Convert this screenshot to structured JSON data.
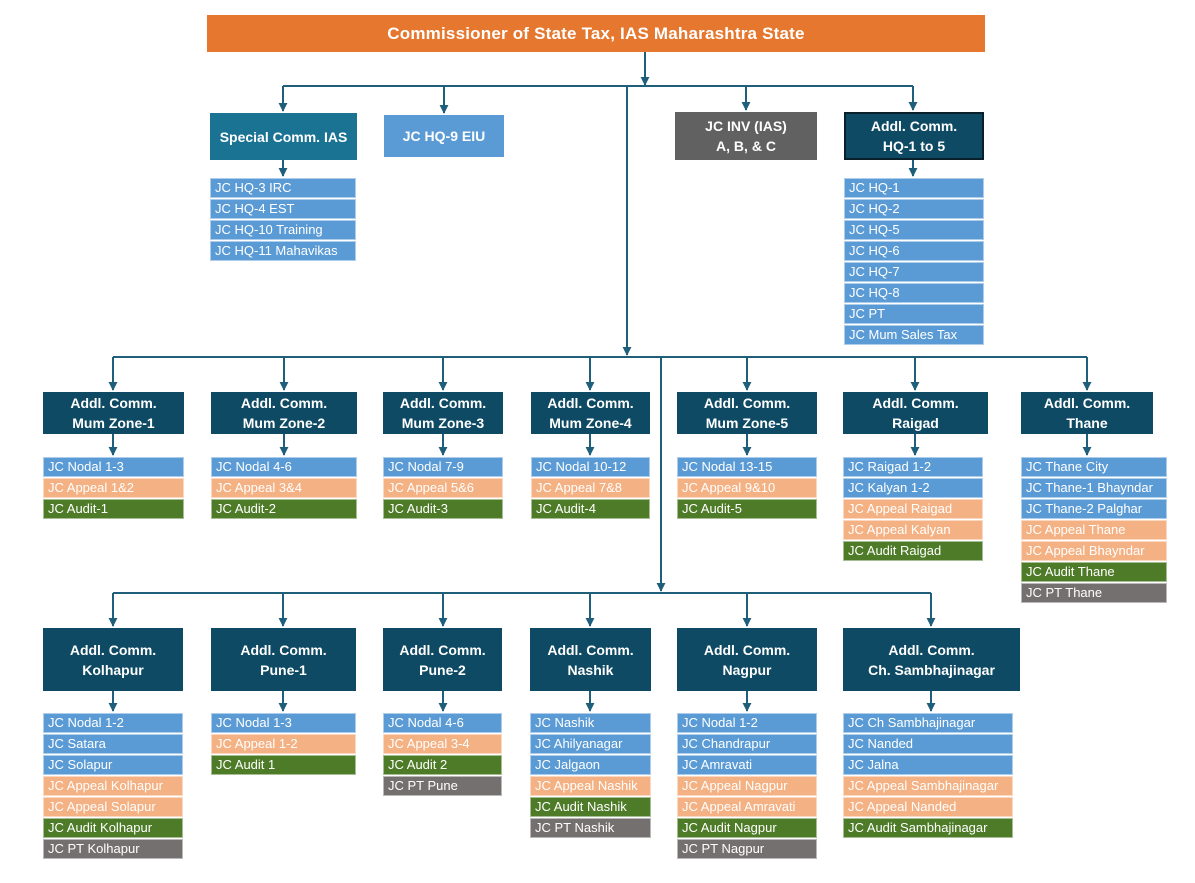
{
  "banner": {
    "title": "Commissioner of State Tax, IAS Maharashtra State"
  },
  "colors": {
    "banner_orange": "#E5772E",
    "teal_box": "#1B7394",
    "light_blue": "#5B9BD5",
    "gray_box": "#616161",
    "dark_teal_header": "#0E4A63",
    "appeal_salmon": "#F4B183",
    "audit_green": "#4E7B27",
    "pt_gray": "#757070",
    "connector_line": "#1F5F7B"
  },
  "level2": {
    "special": {
      "label": "Special Comm. IAS",
      "children": [
        {
          "label": "JC HQ-3 IRC",
          "type": "blue"
        },
        {
          "label": "JC HQ-4 EST",
          "type": "blue"
        },
        {
          "label": "JC HQ-10 Training",
          "type": "blue"
        },
        {
          "label": "JC HQ-11 Mahavikas",
          "type": "blue"
        }
      ]
    },
    "hq9": {
      "label": "JC HQ-9 EIU"
    },
    "inv": {
      "title_lines": [
        "JC INV (IAS)",
        "A, B, & C"
      ]
    },
    "addl_hq": {
      "title_lines": [
        "Addl. Comm.",
        "HQ-1 to 5"
      ],
      "children": [
        {
          "label": "JC HQ-1",
          "type": "blue"
        },
        {
          "label": "JC HQ-2",
          "type": "blue"
        },
        {
          "label": "JC HQ-5",
          "type": "blue"
        },
        {
          "label": "JC HQ-6",
          "type": "blue"
        },
        {
          "label": "JC HQ-7",
          "type": "blue"
        },
        {
          "label": "JC HQ-8",
          "type": "blue"
        },
        {
          "label": "JC PT",
          "type": "blue"
        },
        {
          "label": "JC Mum Sales Tax",
          "type": "blue"
        }
      ]
    }
  },
  "row2": [
    {
      "title_lines": [
        "Addl. Comm.",
        "Mum Zone-1"
      ],
      "items": [
        {
          "label": "JC Nodal 1-3",
          "type": "blue"
        },
        {
          "label": "JC Appeal 1&2",
          "type": "appeal"
        },
        {
          "label": "JC Audit-1",
          "type": "audit"
        }
      ]
    },
    {
      "title_lines": [
        "Addl. Comm.",
        "Mum Zone-2"
      ],
      "items": [
        {
          "label": "JC Nodal 4-6",
          "type": "blue"
        },
        {
          "label": "JC Appeal 3&4",
          "type": "appeal"
        },
        {
          "label": "JC Audit-2",
          "type": "audit"
        }
      ]
    },
    {
      "title_lines": [
        "Addl. Comm.",
        "Mum Zone-3"
      ],
      "items": [
        {
          "label": "JC Nodal 7-9",
          "type": "blue"
        },
        {
          "label": "JC Appeal 5&6",
          "type": "appeal"
        },
        {
          "label": "JC Audit-3",
          "type": "audit"
        }
      ]
    },
    {
      "title_lines": [
        "Addl. Comm.",
        "Mum Zone-4"
      ],
      "items": [
        {
          "label": "JC Nodal 10-12",
          "type": "blue"
        },
        {
          "label": "JC Appeal 7&8",
          "type": "appeal"
        },
        {
          "label": "JC Audit-4",
          "type": "audit"
        }
      ]
    },
    {
      "title_lines": [
        "Addl. Comm.",
        "Mum Zone-5"
      ],
      "items": [
        {
          "label": "JC Nodal 13-15",
          "type": "blue"
        },
        {
          "label": "JC Appeal 9&10",
          "type": "appeal"
        },
        {
          "label": "JC Audit-5",
          "type": "audit"
        }
      ]
    },
    {
      "title_lines": [
        "Addl. Comm.",
        "Raigad"
      ],
      "items": [
        {
          "label": "JC Raigad 1-2",
          "type": "blue"
        },
        {
          "label": "JC Kalyan 1-2",
          "type": "blue"
        },
        {
          "label": "JC Appeal Raigad",
          "type": "appeal"
        },
        {
          "label": "JC Appeal Kalyan",
          "type": "appeal"
        },
        {
          "label": "JC Audit Raigad",
          "type": "audit"
        }
      ]
    },
    {
      "title_lines": [
        "Addl. Comm.",
        "Thane"
      ],
      "items": [
        {
          "label": "JC Thane City",
          "type": "blue"
        },
        {
          "label": "JC Thane-1 Bhayndar",
          "type": "blue"
        },
        {
          "label": "JC Thane-2 Palghar",
          "type": "blue"
        },
        {
          "label": "JC Appeal Thane",
          "type": "appeal"
        },
        {
          "label": "JC Appeal Bhayndar",
          "type": "appeal"
        },
        {
          "label": "JC Audit Thane",
          "type": "audit"
        },
        {
          "label": "JC PT Thane",
          "type": "pt"
        }
      ]
    }
  ],
  "row3": [
    {
      "title_lines": [
        "Addl. Comm.",
        "Kolhapur"
      ],
      "items": [
        {
          "label": "JC Nodal 1-2",
          "type": "blue"
        },
        {
          "label": "JC Satara",
          "type": "blue"
        },
        {
          "label": "JC Solapur",
          "type": "blue"
        },
        {
          "label": "JC Appeal Kolhapur",
          "type": "appeal"
        },
        {
          "label": "JC Appeal Solapur",
          "type": "appeal"
        },
        {
          "label": "JC Audit Kolhapur",
          "type": "audit"
        },
        {
          "label": "JC PT Kolhapur",
          "type": "pt"
        }
      ]
    },
    {
      "title_lines": [
        "Addl. Comm.",
        "Pune-1"
      ],
      "items": [
        {
          "label": "JC Nodal 1-3",
          "type": "blue"
        },
        {
          "label": "JC Appeal 1-2",
          "type": "appeal"
        },
        {
          "label": "JC Audit 1",
          "type": "audit"
        }
      ]
    },
    {
      "title_lines": [
        "Addl. Comm.",
        "Pune-2"
      ],
      "items": [
        {
          "label": "JC Nodal 4-6",
          "type": "blue"
        },
        {
          "label": "JC Appeal 3-4",
          "type": "appeal"
        },
        {
          "label": "JC Audit 2",
          "type": "audit"
        },
        {
          "label": "JC PT Pune",
          "type": "pt"
        }
      ]
    },
    {
      "title_lines": [
        "Addl. Comm.",
        "Nashik"
      ],
      "items": [
        {
          "label": "JC Nashik",
          "type": "blue"
        },
        {
          "label": "JC Ahilyanagar",
          "type": "blue"
        },
        {
          "label": "JC Jalgaon",
          "type": "blue"
        },
        {
          "label": "JC Appeal Nashik",
          "type": "appeal"
        },
        {
          "label": "JC Audit Nashik",
          "type": "audit"
        },
        {
          "label": "JC PT Nashik",
          "type": "pt"
        }
      ]
    },
    {
      "title_lines": [
        "Addl. Comm.",
        "Nagpur"
      ],
      "items": [
        {
          "label": "JC Nodal 1-2",
          "type": "blue"
        },
        {
          "label": "JC Chandrapur",
          "type": "blue"
        },
        {
          "label": "JC Amravati",
          "type": "blue"
        },
        {
          "label": "JC Appeal Nagpur",
          "type": "appeal"
        },
        {
          "label": "JC Appeal Amravati",
          "type": "appeal"
        },
        {
          "label": "JC Audit Nagpur",
          "type": "audit"
        },
        {
          "label": "JC PT Nagpur",
          "type": "pt"
        }
      ]
    },
    {
      "title_lines": [
        "Addl. Comm.",
        "Ch. Sambhajinagar"
      ],
      "items": [
        {
          "label": "JC Ch Sambhajinagar",
          "type": "blue"
        },
        {
          "label": "JC Nanded",
          "type": "blue"
        },
        {
          "label": "JC Jalna",
          "type": "blue"
        },
        {
          "label": "JC Appeal Sambhajinagar",
          "type": "appeal"
        },
        {
          "label": "JC Appeal Nanded",
          "type": "appeal"
        },
        {
          "label": "JC Audit Sambhajinagar",
          "type": "audit"
        }
      ]
    }
  ]
}
